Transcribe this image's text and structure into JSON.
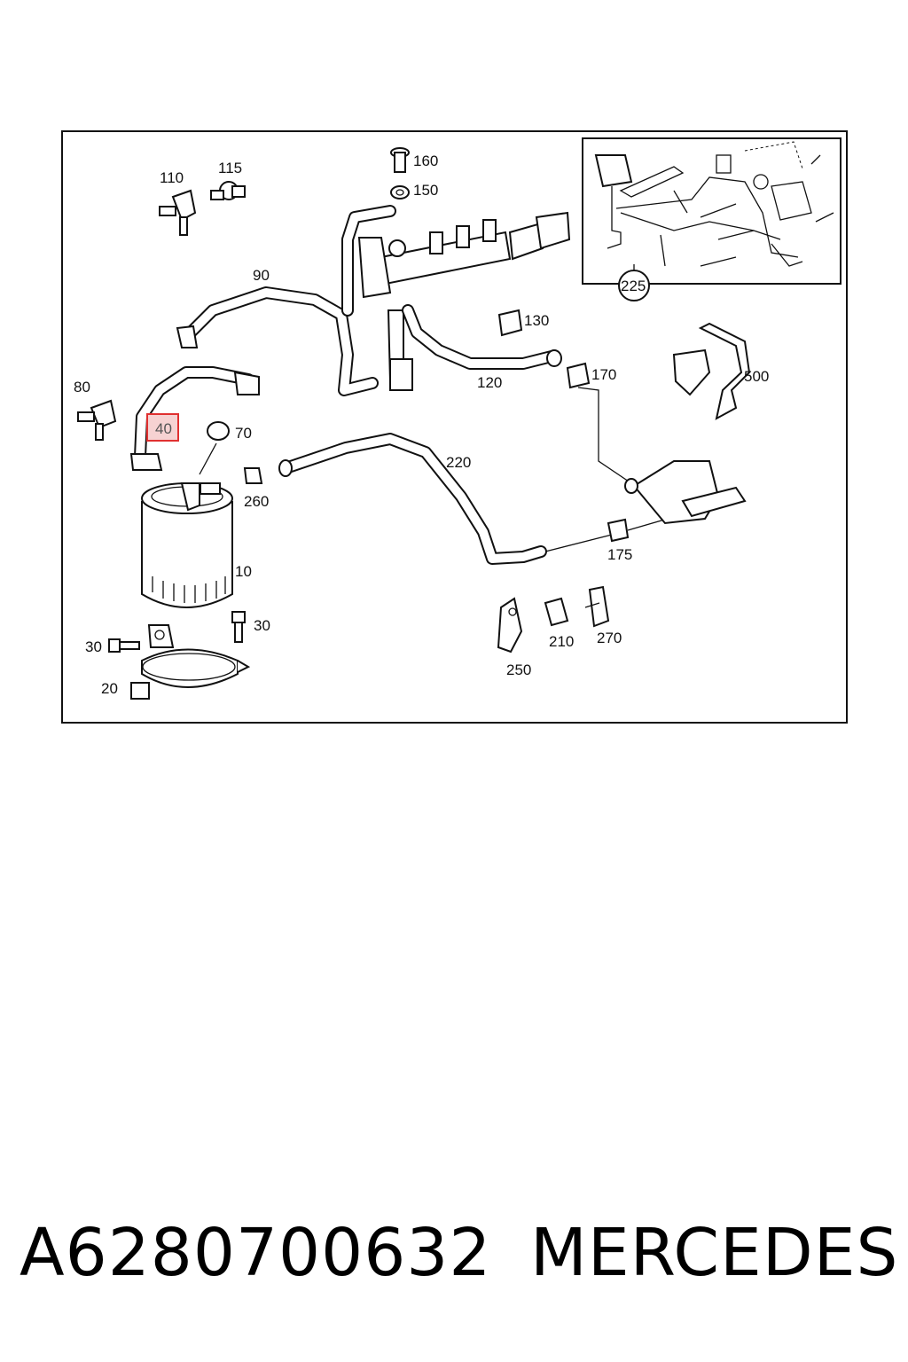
{
  "diagram": {
    "callouts": {
      "c10": "10",
      "c20": "20",
      "c30a": "30",
      "c30b": "30",
      "c40": "40",
      "c70": "70",
      "c80": "80",
      "c90": "90",
      "c110": "110",
      "c115": "115",
      "c120": "120",
      "c130": "130",
      "c150": "150",
      "c160": "160",
      "c170": "170",
      "c175": "175",
      "c210": "210",
      "c220": "220",
      "c225": "225",
      "c250": "250",
      "c260": "260",
      "c270": "270",
      "c500": "500"
    },
    "highlighted_callout": "40",
    "highlight_color": "#e03030",
    "highlight_fill": "#f6d2d2"
  },
  "footer": {
    "part_number": "A6280700632",
    "brand": "MERCEDES"
  }
}
